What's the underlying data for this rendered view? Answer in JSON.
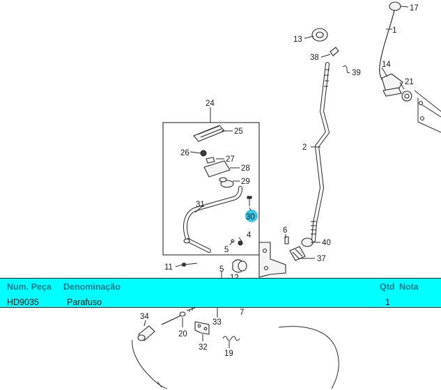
{
  "diagram": {
    "callouts": [
      "17",
      "1",
      "13",
      "38",
      "39",
      "14",
      "21",
      "2",
      "24",
      "25",
      "26",
      "27",
      "28",
      "29",
      "31",
      "30",
      "6",
      "4",
      "40",
      "5",
      "37",
      "11",
      "5",
      "12",
      "7",
      "34",
      "20",
      "33",
      "32",
      "19"
    ],
    "highlight_color": "#35c8e8"
  },
  "table": {
    "columns": {
      "part_num": "Num. Peça",
      "description": "Denominação",
      "qty": "Qtd",
      "note": "Nota"
    },
    "rows": [
      {
        "part_num": "HD9035",
        "description": "Parafuso",
        "qty": "1",
        "note": ""
      }
    ],
    "background": "#00ffff"
  }
}
